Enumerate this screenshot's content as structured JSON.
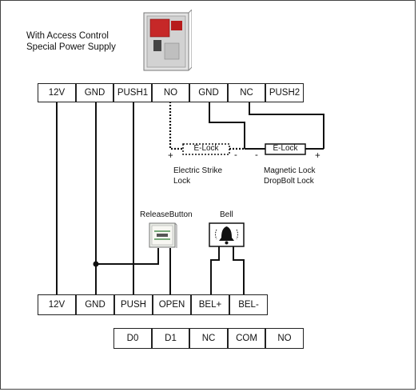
{
  "power_supply": {
    "caption_line1": "With Access Control",
    "caption_line2": "Special Power Supply"
  },
  "top_terminals": [
    "12V",
    "GND",
    "PUSH1",
    "NO",
    "GND",
    "NC",
    "PUSH2"
  ],
  "locks": {
    "electric_strike_box": "E-Lock",
    "electric_strike_label_line1": "Electric Strike",
    "electric_strike_label_line2": "Lock",
    "magnetic_box": "E-Lock",
    "magnetic_label_line1": "Magnetic Lock",
    "magnetic_label_line2": "DropBolt Lock",
    "plus": "+",
    "minus": "-"
  },
  "release_button": {
    "label": "ReleaseButton"
  },
  "bell": {
    "label": "Bell"
  },
  "bottom_terminals": [
    "12V",
    "GND",
    "PUSH",
    "OPEN",
    "BEL+",
    "BEL-"
  ],
  "relay_terminals": [
    "D0",
    "D1",
    "NC",
    "COM",
    "NO"
  ]
}
